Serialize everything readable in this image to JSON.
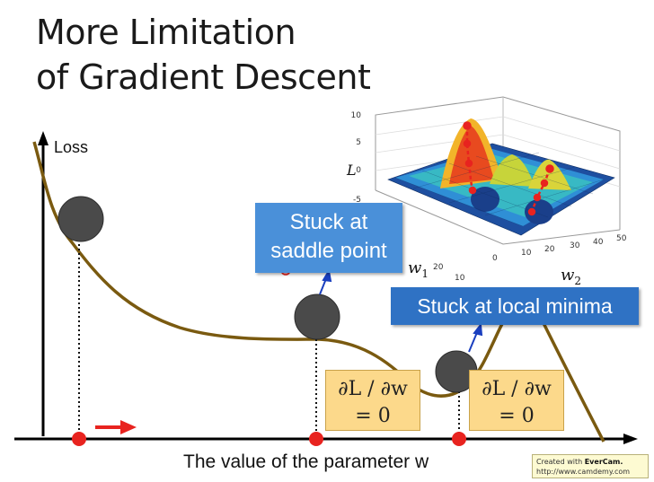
{
  "slide": {
    "title_line1": "More Limitation",
    "title_line2": "of Gradient Descent",
    "y_axis_label": "Loss",
    "x_axis_label": "The value of the parameter w",
    "callouts": {
      "saddle_line1": "Stuck at",
      "saddle_line2": "saddle point",
      "local": "Stuck at local minima"
    },
    "derivative_boxes": [
      {
        "line1": "∂L / ∂w",
        "line2": "= 0"
      },
      {
        "line1": "∂L / ∂w",
        "line2": "= 0"
      }
    ],
    "plot3d": {
      "z_axis_label": "L",
      "x_axis_label": "w",
      "x_axis_sub": "1",
      "y_axis_label": "w",
      "y_axis_sub": "2",
      "z_ticks": [
        "10",
        "5",
        "0",
        "-5"
      ],
      "w1_ticks": [
        "20",
        "10"
      ],
      "w2_ticks": [
        "0",
        "10",
        "20",
        "30",
        "40",
        "50"
      ]
    },
    "watermark": {
      "prefix": "Created with ",
      "brand": "EverCam.",
      "url": "http://www.camdemy.com"
    },
    "colors": {
      "curve": "#7a5a10",
      "ball": "#4a4a4a",
      "marker": "#e8231f",
      "callout_saddle": "#4a90d9",
      "callout_local": "#2f72c4",
      "deriv_box": "#fcd98b"
    }
  }
}
